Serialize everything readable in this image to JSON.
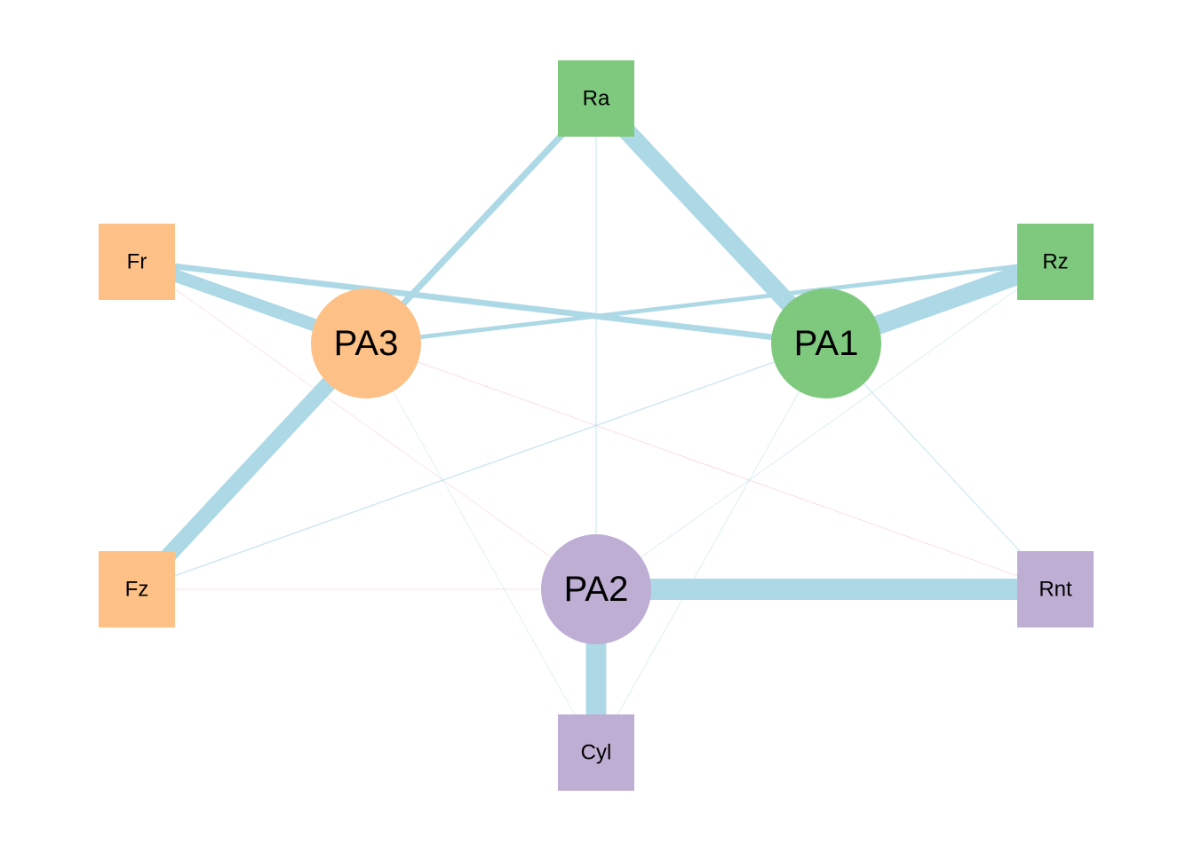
{
  "diagram": {
    "type": "path-diagram",
    "colors": {
      "green": "#7fc97f",
      "orange": "#fdc086",
      "purple": "#beaed4",
      "edge_positive": "#add8e6",
      "edge_negative": "#f4b6c2"
    },
    "nodes": [
      {
        "id": "Ra",
        "label": "Ra",
        "shape": "square",
        "group": "green"
      },
      {
        "id": "Rz",
        "label": "Rz",
        "shape": "square",
        "group": "green"
      },
      {
        "id": "Fr",
        "label": "Fr",
        "shape": "square",
        "group": "orange"
      },
      {
        "id": "Fz",
        "label": "Fz",
        "shape": "square",
        "group": "orange"
      },
      {
        "id": "Rnt",
        "label": "Rnt",
        "shape": "square",
        "group": "purple"
      },
      {
        "id": "Cyl",
        "label": "Cyl",
        "shape": "square",
        "group": "purple"
      },
      {
        "id": "PA1",
        "label": "PA1",
        "shape": "circle",
        "group": "green"
      },
      {
        "id": "PA2",
        "label": "PA2",
        "shape": "circle",
        "group": "purple"
      },
      {
        "id": "PA3",
        "label": "PA3",
        "shape": "circle",
        "group": "orange"
      }
    ],
    "edges": [
      {
        "from": "Ra",
        "to": "PA1",
        "strength": 0.85,
        "sign": "positive"
      },
      {
        "from": "Ra",
        "to": "PA3",
        "strength": 0.3,
        "sign": "positive"
      },
      {
        "from": "Ra",
        "to": "PA2",
        "strength": 0.05,
        "sign": "positive"
      },
      {
        "from": "Rz",
        "to": "PA1",
        "strength": 0.9,
        "sign": "positive"
      },
      {
        "from": "Rz",
        "to": "PA3",
        "strength": 0.2,
        "sign": "positive"
      },
      {
        "from": "Rz",
        "to": "PA2",
        "strength": 0.03,
        "sign": "positive"
      },
      {
        "from": "Fr",
        "to": "PA3",
        "strength": 0.6,
        "sign": "positive"
      },
      {
        "from": "Fr",
        "to": "PA1",
        "strength": 0.28,
        "sign": "positive"
      },
      {
        "from": "Fr",
        "to": "PA2",
        "strength": 0.02,
        "sign": "negative"
      },
      {
        "from": "Fz",
        "to": "PA3",
        "strength": 0.75,
        "sign": "positive"
      },
      {
        "from": "Fz",
        "to": "PA1",
        "strength": 0.06,
        "sign": "positive"
      },
      {
        "from": "Fz",
        "to": "PA2",
        "strength": 0.03,
        "sign": "negative"
      },
      {
        "from": "Rnt",
        "to": "PA2",
        "strength": 1.0,
        "sign": "positive"
      },
      {
        "from": "Rnt",
        "to": "PA1",
        "strength": 0.05,
        "sign": "positive"
      },
      {
        "from": "Rnt",
        "to": "PA3",
        "strength": 0.03,
        "sign": "negative"
      },
      {
        "from": "Cyl",
        "to": "PA2",
        "strength": 0.95,
        "sign": "positive"
      },
      {
        "from": "Cyl",
        "to": "PA1",
        "strength": 0.03,
        "sign": "positive"
      },
      {
        "from": "Cyl",
        "to": "PA3",
        "strength": 0.02,
        "sign": "positive"
      }
    ]
  }
}
